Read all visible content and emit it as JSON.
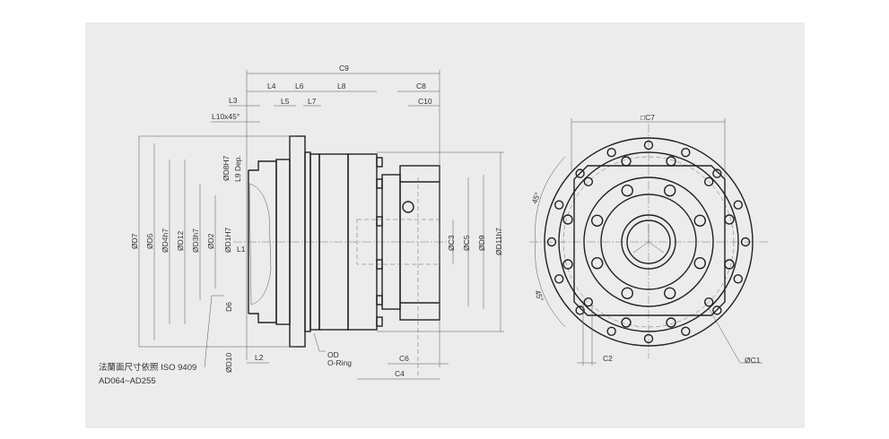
{
  "side_view": {
    "top_dims": {
      "C9": "C9",
      "L4": "L4",
      "L6": "L6",
      "L8": "L8",
      "C8": "C8",
      "L3": "L3",
      "L5": "L5",
      "L7": "L7",
      "C10": "C10",
      "L10": "L10x45°"
    },
    "left_dims": {
      "D7": "ØD7",
      "D5": "ØD5",
      "D4": "ØD4h7",
      "D12": "ØD12",
      "D3": "ØD3h7",
      "D2": "ØD2",
      "D1": "ØD1H7",
      "D8": "ØD8H7",
      "L9": "L9 Dep.",
      "L1": "L1",
      "D6": "D6",
      "D10": "ØD10",
      "L2": "L2"
    },
    "right_dims": {
      "C3": "ØC3",
      "C5": "ØC5",
      "D9": "ØD9",
      "D11": "ØD11h7"
    },
    "bottom_dims": {
      "OD": "OD",
      "ORing": "O-Ring",
      "C6": "C6",
      "C4": "C4"
    },
    "note_line1": "法蘭面尺寸依照  ISO 9409",
    "note_line2": "AD064~AD255"
  },
  "front_view": {
    "C7": "□C7",
    "angle1": "45°",
    "angle2": "45°",
    "C2": "C2",
    "C1": "ØC1"
  }
}
